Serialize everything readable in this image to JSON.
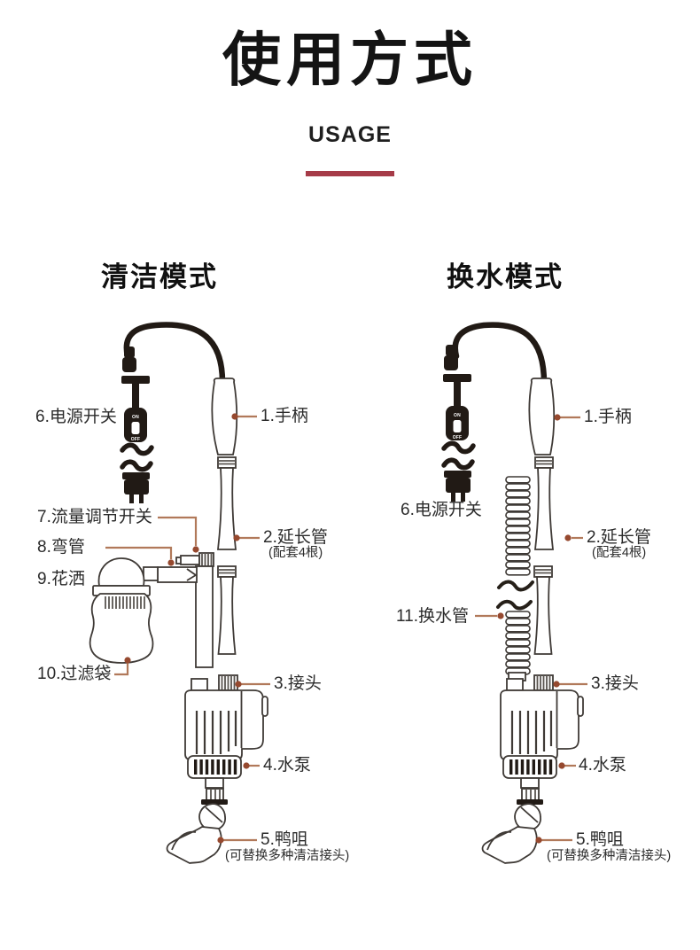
{
  "header": {
    "title": "使用方式",
    "subtitle": "USAGE",
    "divider_color": "#a63b48"
  },
  "sections": {
    "cleaning": {
      "title": "清洁模式"
    },
    "water_change": {
      "title": "换水模式"
    }
  },
  "labels": {
    "handle": "1.手柄",
    "extension_tube": "2.延长管",
    "extension_tube_note": "(配套4根)",
    "connector": "3.接头",
    "pump": "4.水泵",
    "duckbill": "5.鸭咀",
    "duckbill_note": "(可替换多种清洁接头)",
    "power_switch": "6.电源开关",
    "flow_switch": "7.流量调节开关",
    "elbow_pipe": "8.弯管",
    "shower_head": "9.花洒",
    "filter_bag": "10.过滤袋",
    "water_hose": "11.换水管",
    "switch_on": "ON",
    "switch_off": "OFF"
  },
  "colors": {
    "line_art": "#3f3a36",
    "solid_parts": "#211a15",
    "leader_line": "#b1795a",
    "leader_dot": "#96492f",
    "label_text": "#2b2b2b",
    "divider": "#a63b48"
  }
}
